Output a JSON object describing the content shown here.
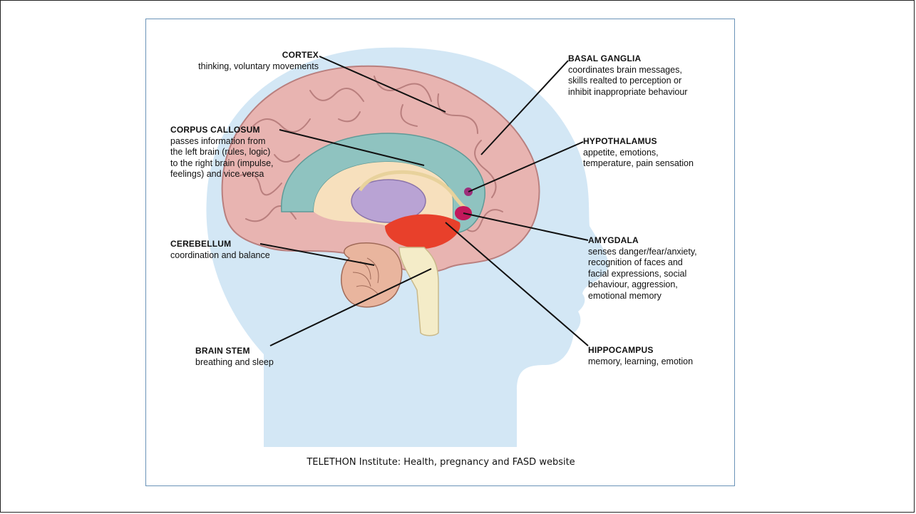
{
  "labels": {
    "cortex": {
      "title": "CORTEX",
      "desc": "thinking, voluntary movements"
    },
    "corpus_callosum": {
      "title": "CORPUS CALLOSUM",
      "desc": "passes information from\nthe left brain (rules, logic)\nto the right brain (impulse,\nfeelings) and vice versa"
    },
    "cerebellum": {
      "title": "CEREBELLUM",
      "desc": "coordination and balance"
    },
    "brain_stem": {
      "title": "BRAIN STEM",
      "desc": "breathing and sleep"
    },
    "basal_ganglia": {
      "title": "BASAL GANGLIA",
      "desc": "coordinates brain messages,\nskills realted to perception or\ninhibit inappropriate behaviour"
    },
    "hypothalamus": {
      "title": "HYPOTHALAMUS",
      "desc": "appetite, emotions,\ntemperature, pain sensation"
    },
    "amygdala": {
      "title": "AMYGDALA",
      "desc": "senses danger/fear/anxiety,\nrecognition of faces and\nfacial expressions, social\nbehaviour, aggression,\nemotional memory"
    },
    "hippocampus": {
      "title": "HIPPOCAMPUS",
      "desc": "memory, learning, emotion"
    }
  },
  "caption": "TELETHON Institute: Health, pregnancy and FASD website",
  "colors": {
    "head": "#d3e7f5",
    "brain": "#e8b4b1",
    "brain_fold": "#b97f7e",
    "corpus_callosum": "#8fc3c0",
    "inner": "#f7e0bd",
    "thalamus": "#b9a3d4",
    "amygdala": "#c2185b",
    "hippocampus": "#e8402b",
    "stem": "#f4ecc8",
    "frame": "#6a93b8"
  }
}
